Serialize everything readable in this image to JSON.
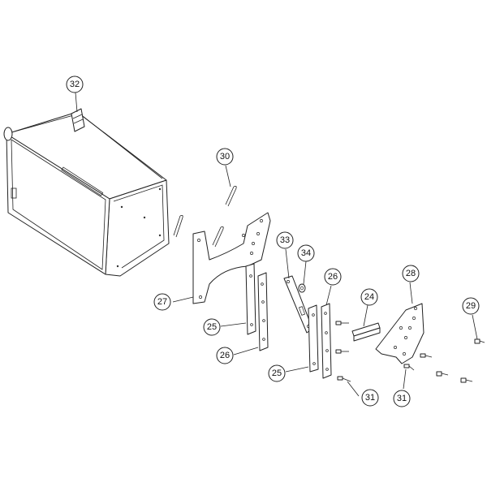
{
  "callouts": [
    {
      "id": "32",
      "label": "32"
    },
    {
      "id": "30",
      "label": "30"
    },
    {
      "id": "33",
      "label": "33"
    },
    {
      "id": "34",
      "label": "34"
    },
    {
      "id": "26a",
      "label": "26"
    },
    {
      "id": "28",
      "label": "28"
    },
    {
      "id": "27",
      "label": "27"
    },
    {
      "id": "24",
      "label": "24"
    },
    {
      "id": "29",
      "label": "29"
    },
    {
      "id": "25a",
      "label": "25"
    },
    {
      "id": "26b",
      "label": "26"
    },
    {
      "id": "25b",
      "label": "25"
    },
    {
      "id": "31a",
      "label": "31"
    },
    {
      "id": "31b",
      "label": "31"
    }
  ],
  "colors": {
    "line": "#222222",
    "fill": "#ffffff"
  }
}
